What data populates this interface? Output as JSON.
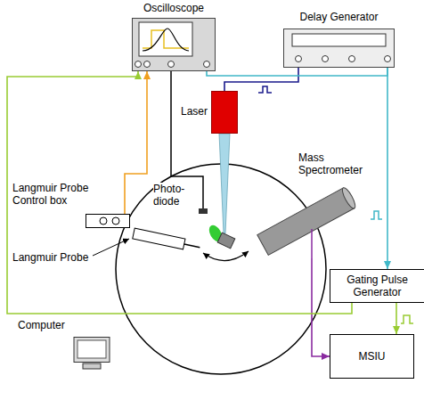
{
  "diagram": {
    "nodes": [
      {
        "text": [
          "Oscilloscope"
        ]
      },
      {
        "text": [
          "Delay Generator"
        ]
      },
      {
        "text": [
          "Laser"
        ]
      },
      {
        "text": [
          "Mass Spectrometer"
        ]
      },
      {
        "text": [
          "Langmuir Probe Control box"
        ]
      },
      {
        "text": [
          "Gating Pulse Generator"
        ]
      },
      {
        "text": [
          "MSIU"
        ]
      },
      {
        "text": [
          "Computer"
        ]
      }
    ],
    "edges": [
      {
        "from": 4,
        "to": 0,
        "arrow": "to"
      },
      {
        "from": 1,
        "to": 2,
        "arrow": "none"
      },
      {
        "from": 1,
        "to": 0,
        "arrow": "none"
      },
      {
        "from": 1,
        "to": 5,
        "arrow": "to"
      },
      {
        "from": 3,
        "to": 6,
        "arrow": "to"
      },
      {
        "from": 5,
        "to": 6,
        "arrow": "to"
      },
      {
        "from": 5,
        "to": 0,
        "arrow": "to"
      }
    ],
    "labels": [
      "Photo- diode",
      "Langmuir Probe"
    ]
  }
}
